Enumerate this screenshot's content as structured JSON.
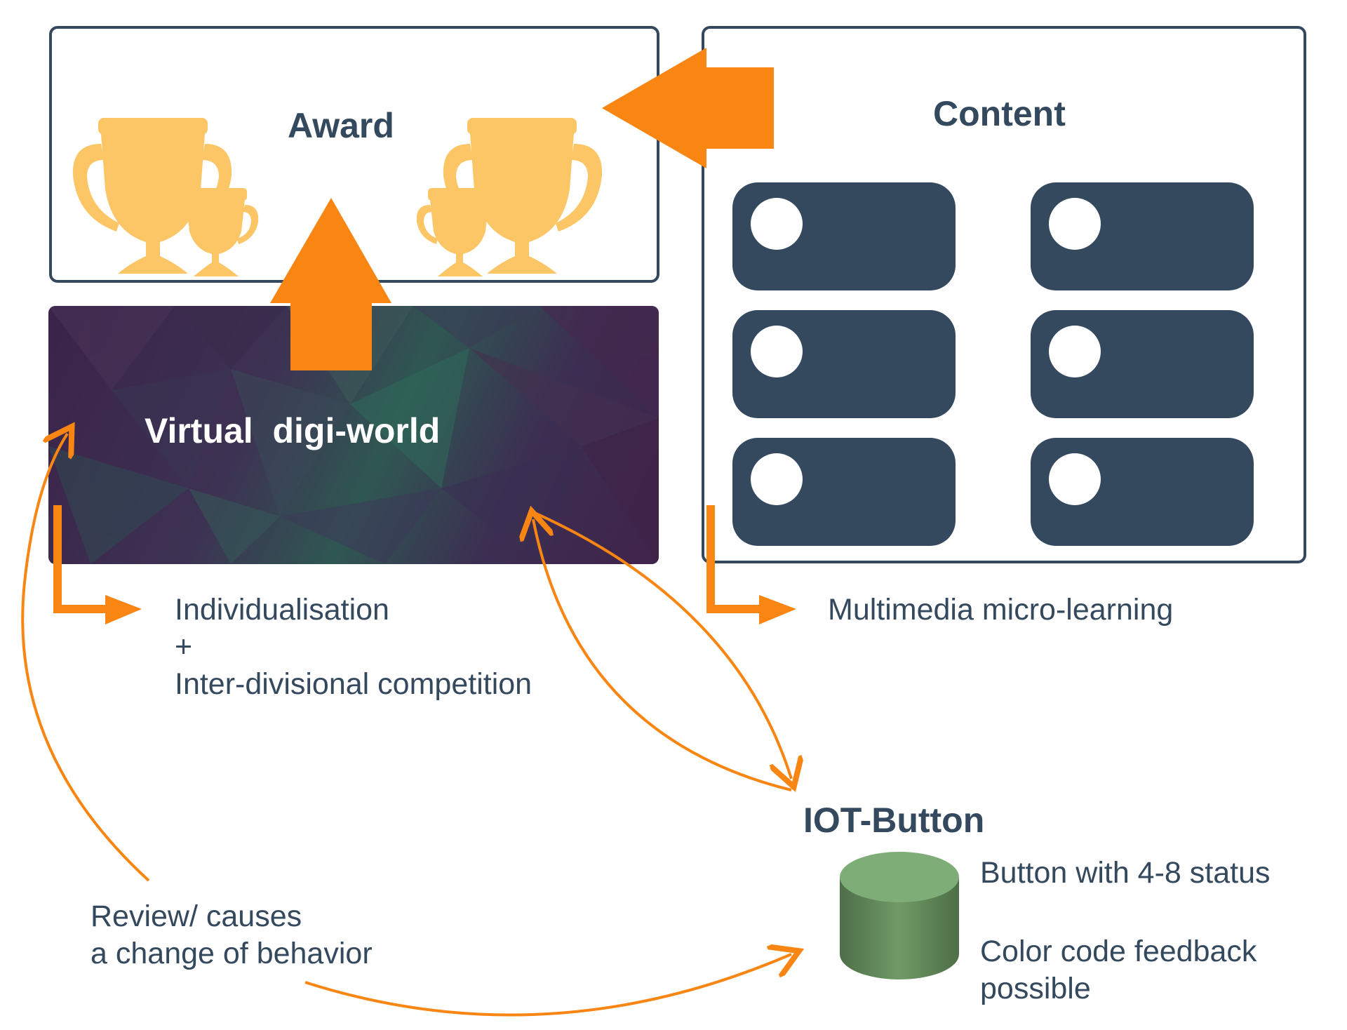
{
  "award": {
    "title": "Award"
  },
  "content": {
    "title": "Content"
  },
  "virtual_world": {
    "title": "Virtual  digi-world"
  },
  "labels": {
    "individualisation_line1": "Individualisation",
    "individualisation_line2": "+",
    "individualisation_line3": "Inter-divisional competition",
    "multimedia": "Multimedia micro-learning",
    "iot_title": "IOT-Button",
    "iot_status": "Button with 4-8 status",
    "iot_color_line1": "Color code feedback",
    "iot_color_line2": "possible",
    "review_line1": "Review/ causes",
    "review_line2": "a change of behavior"
  },
  "icons": {
    "trophy_left": "trophy-group-icon",
    "trophy_right": "trophy-group-icon",
    "iot_button": "cylinder-button-icon"
  },
  "colors": {
    "accent_orange": "#f98512",
    "dark_navy": "#34495e",
    "trophy_gold": "#fcc565",
    "button_green": "#7fad78"
  }
}
